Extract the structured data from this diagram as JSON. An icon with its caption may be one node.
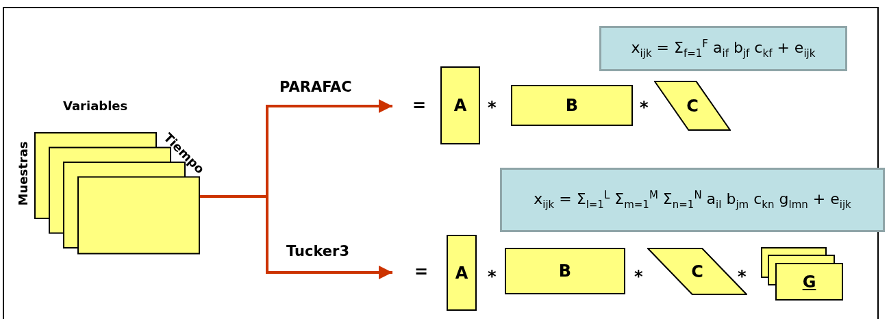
{
  "diagram": {
    "nodes": [
      {
        "text": [
          "x$_{ijk}$ = Σ$_{f=1}$$^{F}$ a$_{if}$ b$_{jf}$ c$_{kf}$ + e$_{ijk}$"
        ]
      },
      {
        "text": [],
        "shape": "box",
        "beside": [
          "Variables",
          "Tiempo",
          "Muestras"
        ]
      },
      {
        "text": [
          "A"
        ]
      },
      {
        "text": [
          "B"
        ]
      },
      {
        "text": [
          "C"
        ]
      },
      {
        "text": [
          "x$_{ijk}$ = Σ$_{l=1}$$^{L}$ Σ$_{m=1}$$^{M}$ Σ$_{n=1}$$^{N}$ a$_{il}$ b$_{jm}$ c$_{kn}$ g$_{lmn}$ + e$_{ijk}$"
        ]
      },
      {
        "text": [
          "A"
        ]
      },
      {
        "text": [
          "B"
        ]
      },
      {
        "text": [
          "C"
        ]
      },
      {
        "text": [
          "G"
        ]
      }
    ],
    "edges": [
      {
        "from": 1,
        "to": null,
        "arrow": "to",
        "label": "PARAFAC"
      },
      {
        "from": 1,
        "to": null,
        "arrow": "to",
        "label": "Tucker3"
      }
    ],
    "labels": [
      "=",
      "*",
      "*",
      "=",
      "*",
      "*",
      "*"
    ]
  }
}
